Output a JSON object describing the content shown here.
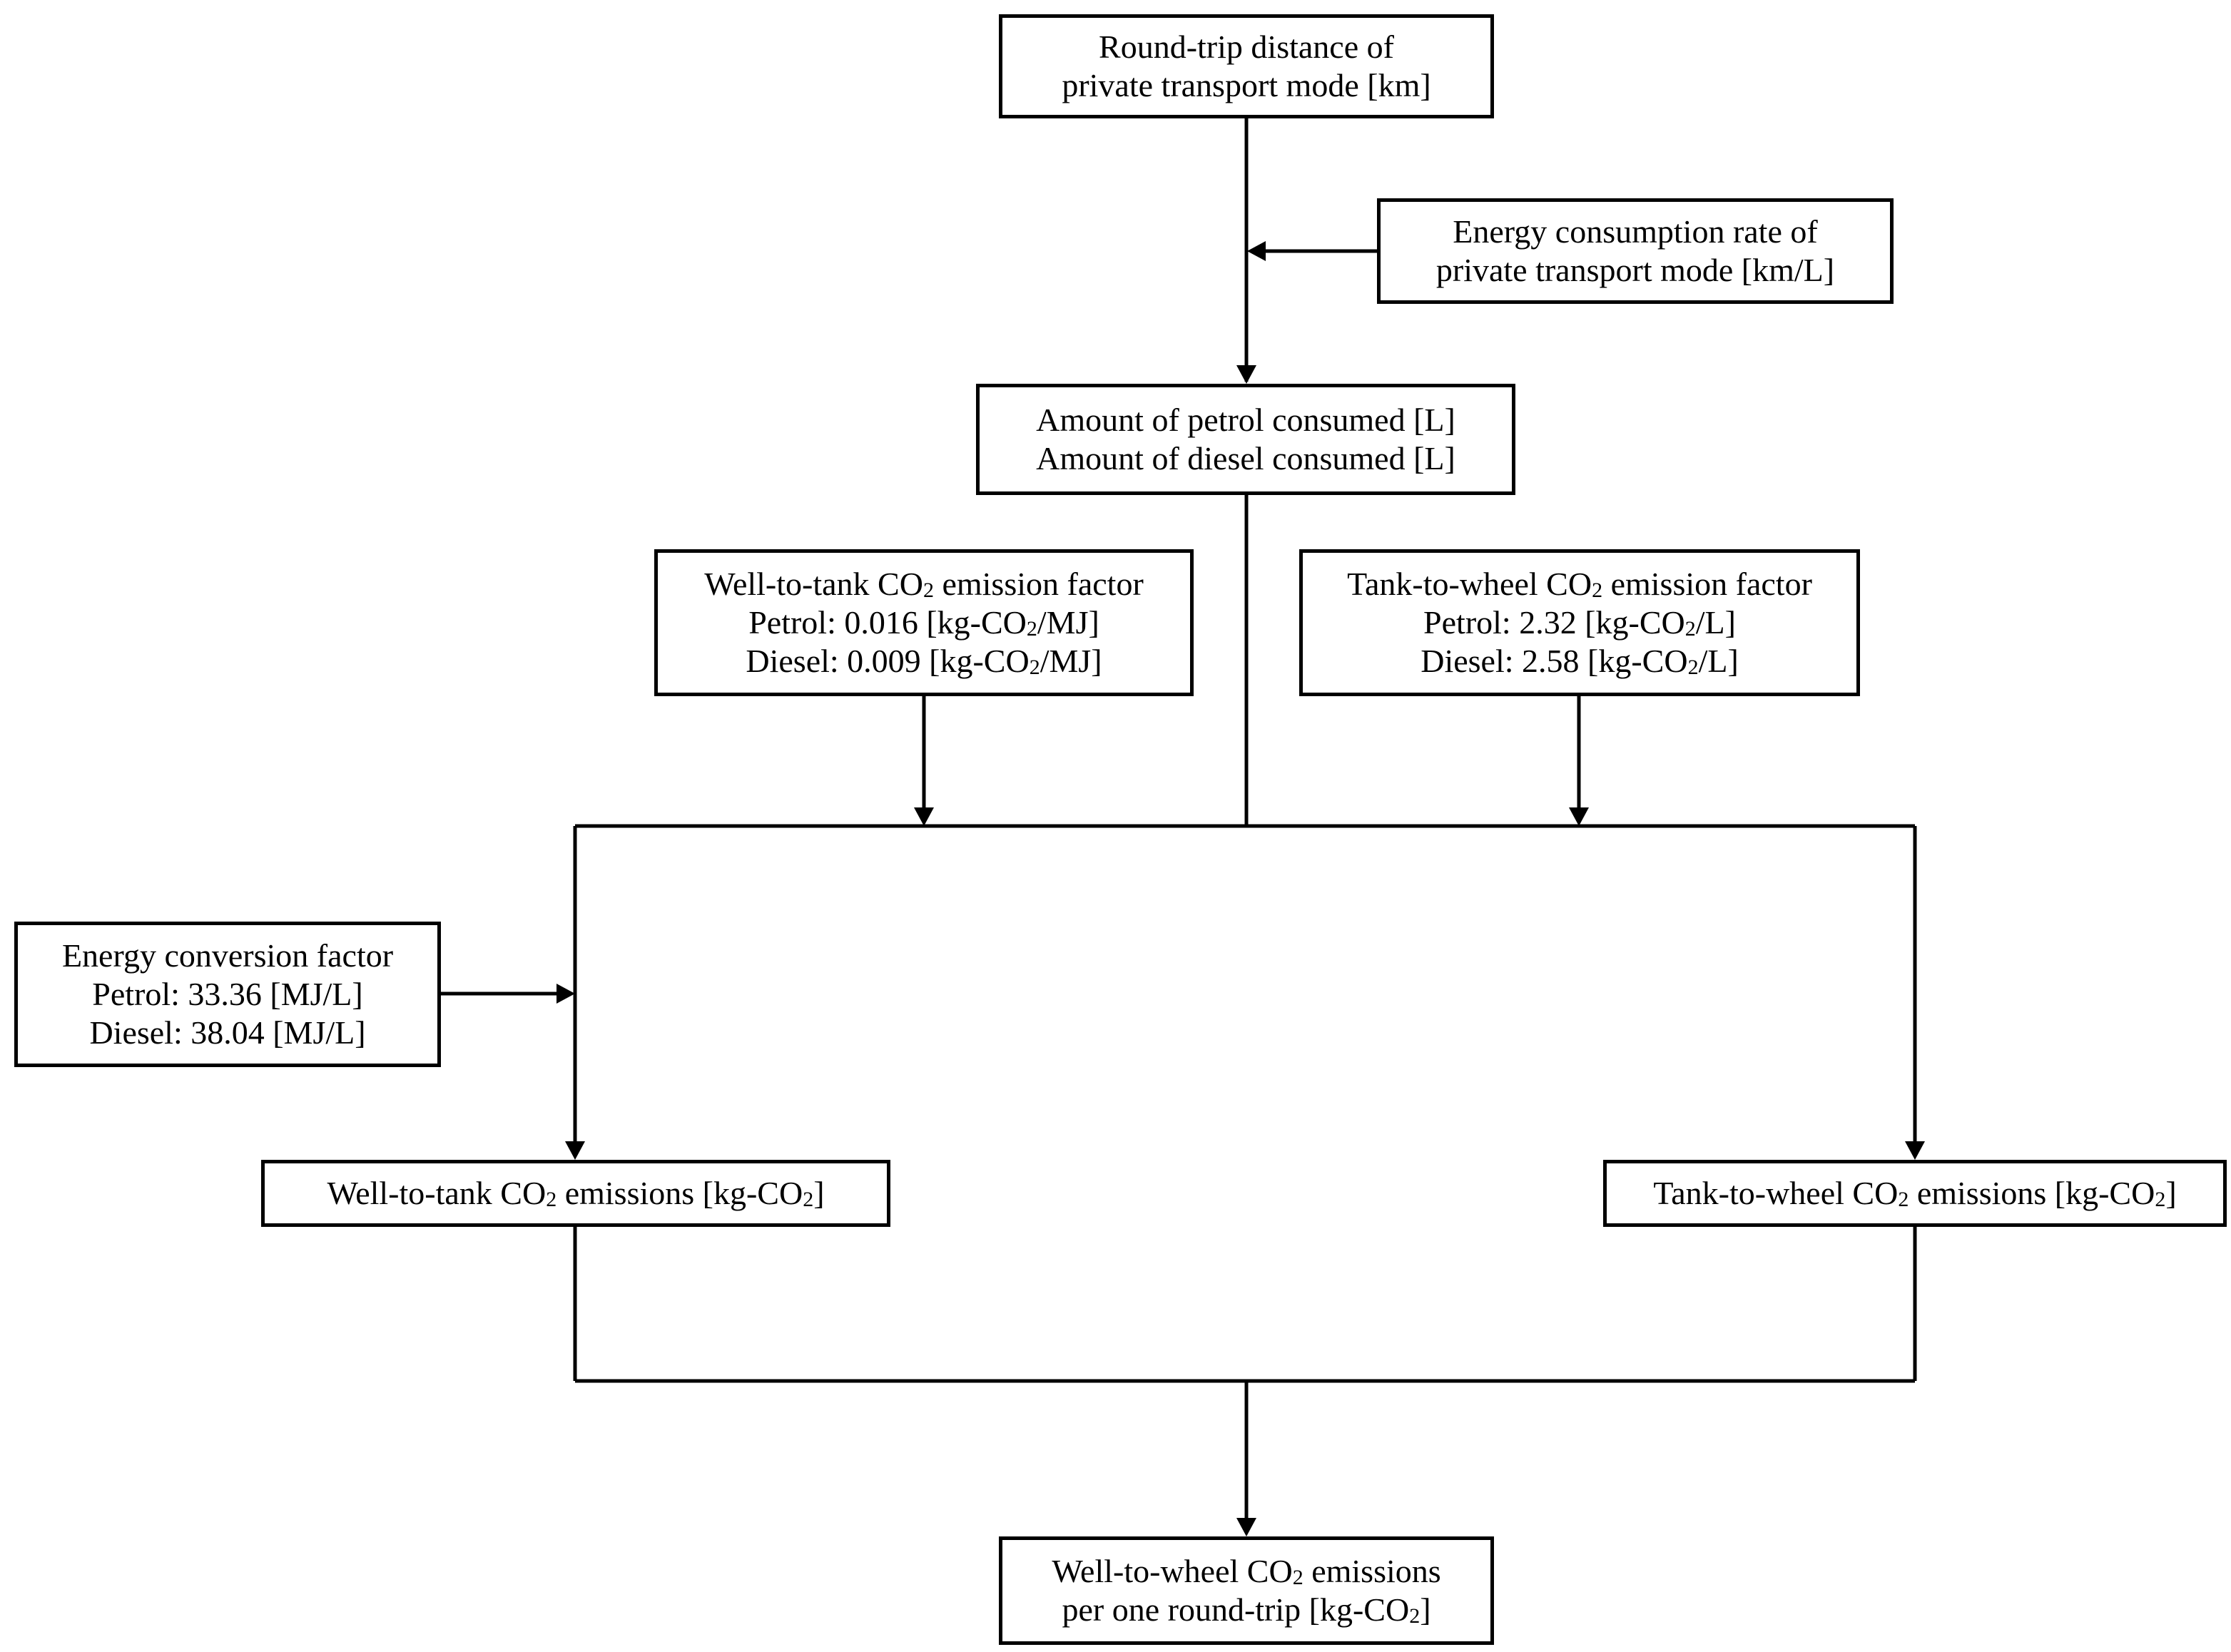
{
  "nodes": {
    "round_trip_distance": {
      "line1": "Round-trip distance of",
      "line2": "private transport mode [km]"
    },
    "energy_consumption_rate": {
      "line1": "Energy consumption rate of",
      "line2": "private transport mode [km/L]"
    },
    "fuel_consumed": {
      "line1": "Amount of petrol consumed [L]",
      "line2": "Amount of diesel consumed [L]"
    },
    "wtt_factor": {
      "title_pre": "Well-to-tank CO",
      "title_sub": "2",
      "title_post": " emission factor",
      "petrol_pre": "Petrol: 0.016 [kg-CO",
      "petrol_sub": "2",
      "petrol_post": "/MJ]",
      "diesel_pre": "Diesel: 0.009 [kg-CO",
      "diesel_sub": "2",
      "diesel_post": "/MJ]"
    },
    "ttw_factor": {
      "title_pre": "Tank-to-wheel CO",
      "title_sub": "2",
      "title_post": " emission factor",
      "petrol_pre": "Petrol: 2.32 [kg-CO",
      "petrol_sub": "2",
      "petrol_post": "/L]",
      "diesel_pre": "Diesel: 2.58 [kg-CO",
      "diesel_sub": "2",
      "diesel_post": "/L]"
    },
    "energy_conversion": {
      "title": "Energy conversion factor",
      "petrol": "Petrol: 33.36 [MJ/L]",
      "diesel": "Diesel: 38.04 [MJ/L]"
    },
    "wtt_emissions": {
      "pre": "Well-to-tank CO",
      "sub": "2",
      "mid": " emissions [kg-CO",
      "sub2": "2",
      "post": "]"
    },
    "ttw_emissions": {
      "pre": "Tank-to-wheel CO",
      "sub": "2",
      "mid": " emissions [kg-CO",
      "sub2": "2",
      "post": "]"
    },
    "wtw_emissions": {
      "line1_pre": "Well-to-wheel CO",
      "line1_sub": "2",
      "line1_post": " emissions",
      "line2_pre": "per one round-trip [kg-CO",
      "line2_sub": "2",
      "line2_post": "]"
    }
  }
}
